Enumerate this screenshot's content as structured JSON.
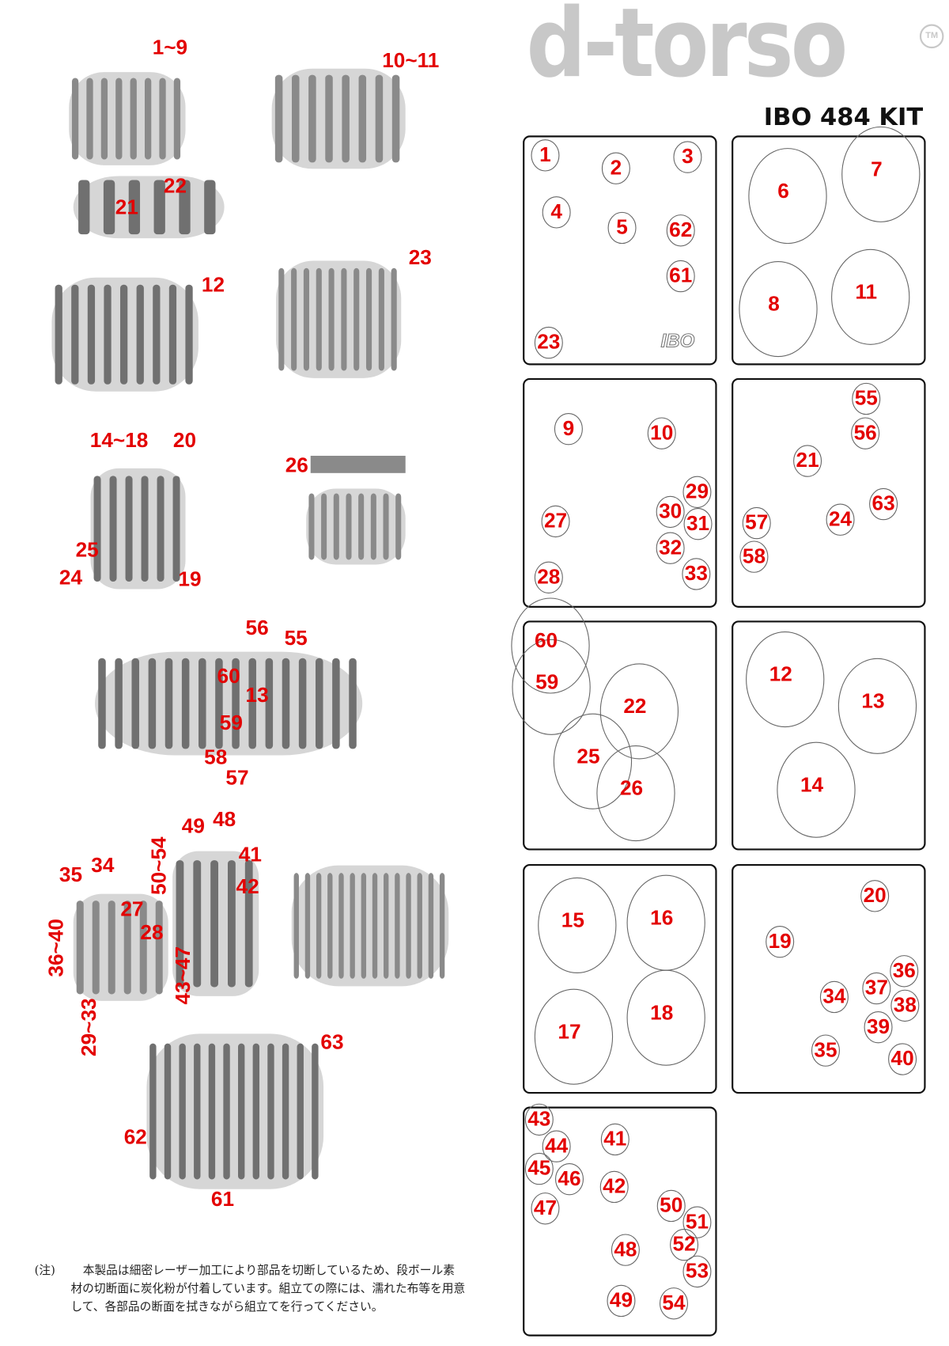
{
  "header": {
    "brand": "d-torso",
    "trademark": "TM",
    "kit_title": "IBO 484 KIT"
  },
  "assembly_labels": [
    "1~9",
    "10~11",
    "22",
    "21",
    "12",
    "23",
    "14~18",
    "20",
    "26",
    "25",
    "24",
    "19",
    "56",
    "55",
    "60",
    "13",
    "59",
    "58",
    "57",
    "49",
    "48",
    "41",
    "42",
    "35",
    "34",
    "50~54",
    "27",
    "28",
    "36~40",
    "43~47",
    "29~33",
    "63",
    "62",
    "61"
  ],
  "sheets": [
    {
      "labels": [
        "1",
        "2",
        "3",
        "4",
        "5",
        "62",
        "61",
        "23"
      ],
      "mark": "IBO"
    },
    {
      "labels": [
        "6",
        "7",
        "8",
        "11"
      ]
    },
    {
      "labels": [
        "9",
        "10",
        "29",
        "30",
        "31",
        "27",
        "32",
        "28",
        "33"
      ]
    },
    {
      "labels": [
        "55",
        "56",
        "21",
        "63",
        "57",
        "24",
        "58"
      ]
    },
    {
      "labels": [
        "60",
        "59",
        "22",
        "25",
        "26"
      ]
    },
    {
      "labels": [
        "12",
        "13",
        "14"
      ]
    },
    {
      "labels": [
        "15",
        "16",
        "17",
        "18"
      ]
    },
    {
      "labels": [
        "20",
        "19",
        "36",
        "37",
        "34",
        "38",
        "39",
        "35",
        "40"
      ]
    },
    {
      "labels": [
        "43",
        "44",
        "41",
        "45",
        "46",
        "42",
        "47",
        "50",
        "51",
        "52",
        "48",
        "53",
        "49",
        "54"
      ]
    }
  ],
  "note": {
    "prefix": "(注)",
    "text": "本製品は細密レーザー加工により部品を切断しているため、段ボール素材の切断面に炭化粉が付着しています。組立ての際には、濡れた布等を用意して、各部品の断面を拭きながら組立てを行ってください。"
  },
  "colors": {
    "label": "#e30000",
    "logo": "#c8c8c8",
    "model": "#9a9a9a"
  }
}
